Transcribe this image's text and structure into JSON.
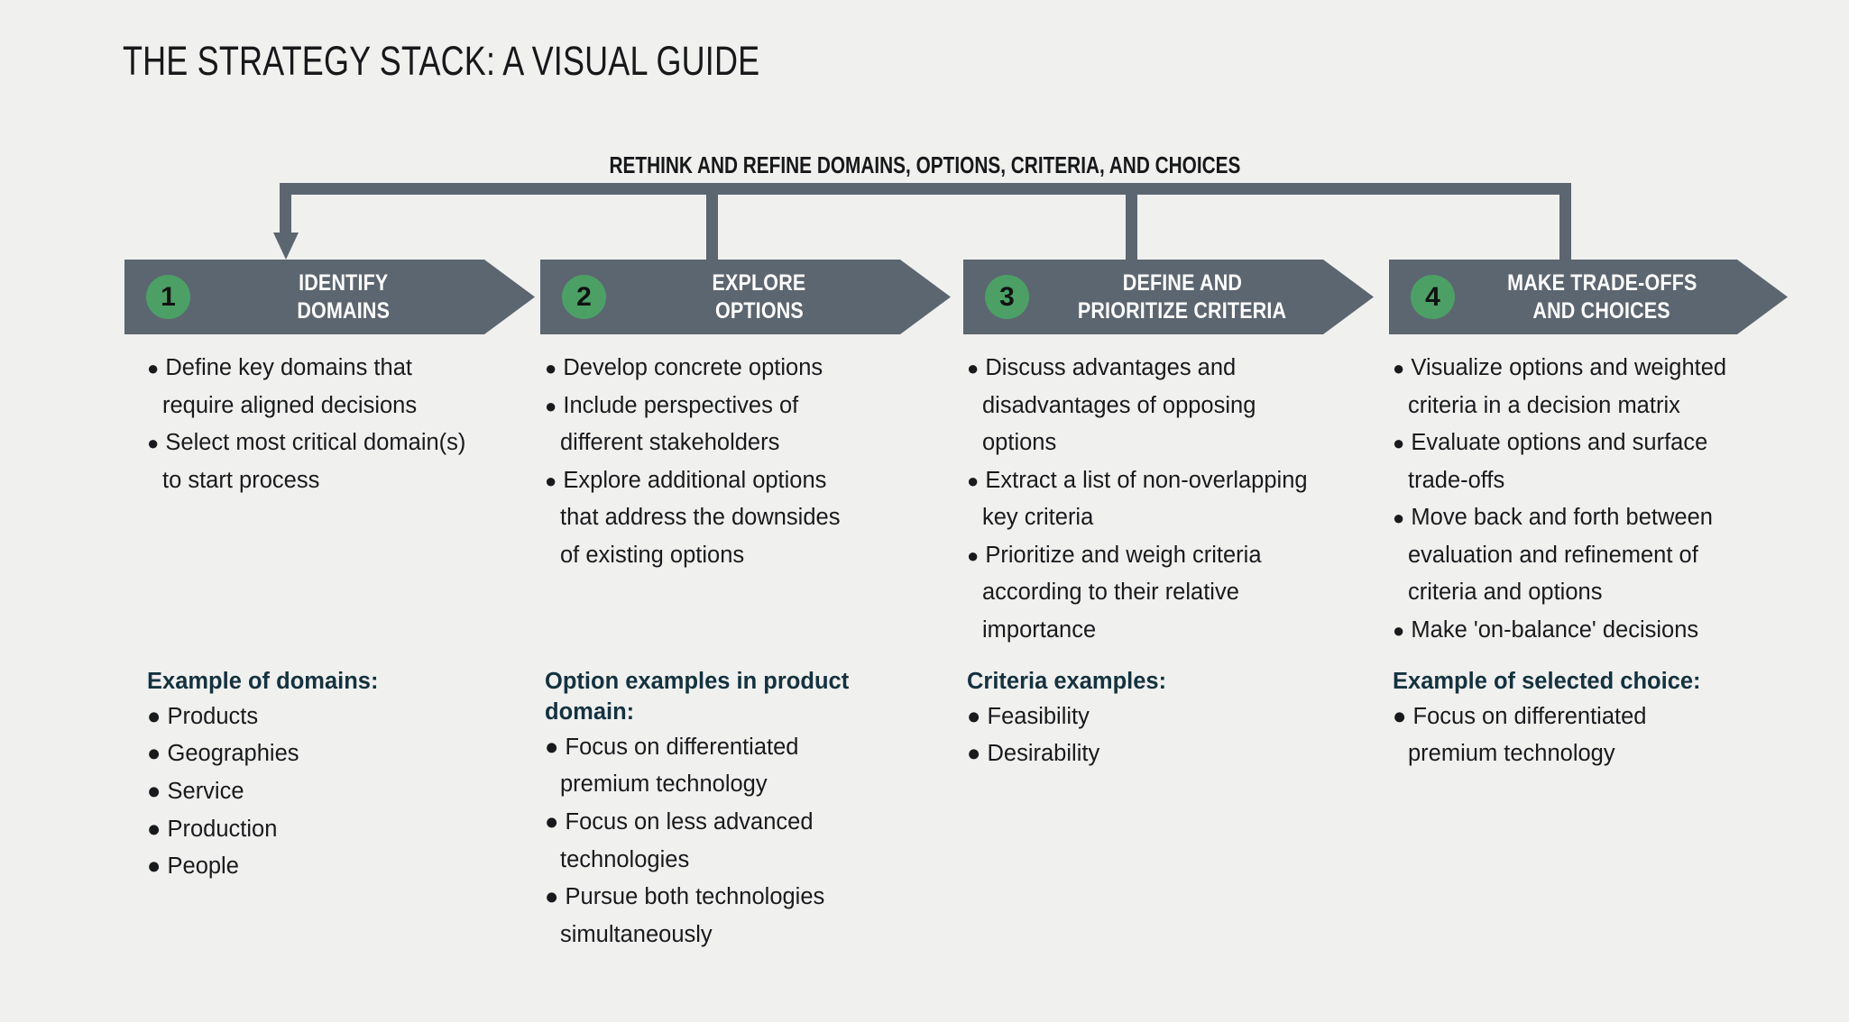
{
  "page": {
    "title": "THE STRATEGY STACK: A VISUAL GUIDE",
    "background_color": "#f0f0ef"
  },
  "feedback_loop": {
    "label": "RETHINK AND REFINE DOMAINS, OPTIONS, CRITERIA, AND CHOICES",
    "line_color": "#5c6670",
    "direction": "right-to-left, returning into step 1"
  },
  "theme": {
    "chevron_color": "#5c6670",
    "badge_color": "#4ca066",
    "badge_text_color": "#121212",
    "chevron_text_color": "#ffffff",
    "body_text_color": "#191a1c",
    "heading_color": "#14323f"
  },
  "steps": [
    {
      "number": "1",
      "title_lines": [
        "IDENTIFY",
        "DOMAINS"
      ],
      "bullets": [
        "Define key domains that require aligned decisions",
        "Select most critical domain(s) to start process"
      ],
      "example_heading": "Example of domains:",
      "example_items": [
        "Products",
        "Geographies",
        "Service",
        "Production",
        "People"
      ]
    },
    {
      "number": "2",
      "title_lines": [
        "EXPLORE",
        "OPTIONS"
      ],
      "bullets": [
        "Develop concrete options",
        "Include perspectives of different stakeholders",
        "Explore additional options that address the downsides of existing options"
      ],
      "example_heading": "Option examples in product domain:",
      "example_items": [
        "Focus on differentiated premium technology",
        "Focus on less advanced technologies",
        "Pursue both technologies simultaneously"
      ]
    },
    {
      "number": "3",
      "title_lines": [
        "DEFINE AND",
        "PRIORITIZE CRITERIA"
      ],
      "bullets": [
        "Discuss advantages and disadvantages of opposing options",
        "Extract a list of non-overlapping key criteria",
        "Prioritize and weigh criteria according to their relative importance"
      ],
      "example_heading": "Criteria examples:",
      "example_items": [
        "Feasibility",
        "Desirability"
      ]
    },
    {
      "number": "4",
      "title_lines": [
        "MAKE TRADE-OFFS",
        "AND CHOICES"
      ],
      "bullets": [
        "Visualize options and weighted criteria in a decision matrix",
        "Evaluate options and surface trade-offs",
        "Move back and forth between evaluation and refinement of criteria and options",
        "Make 'on-balance' decisions"
      ],
      "example_heading": "Example of selected choice:",
      "example_items": [
        "Focus on differentiated premium technology"
      ]
    }
  ]
}
